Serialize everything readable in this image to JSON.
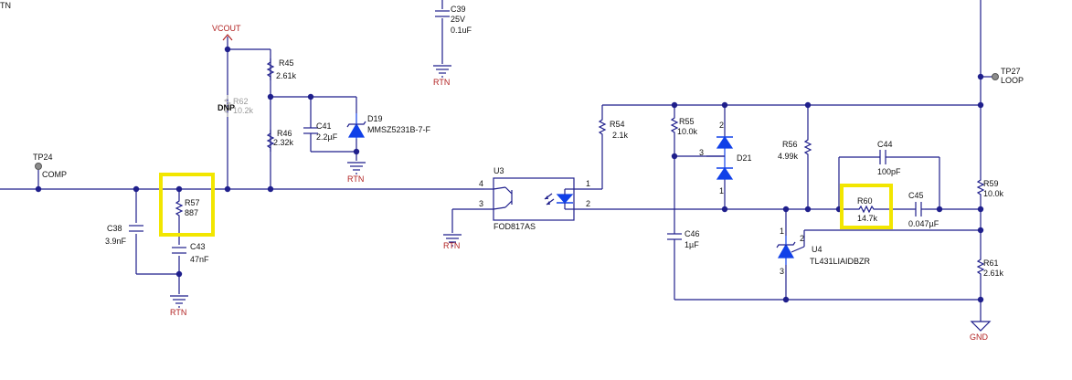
{
  "labels": {
    "tn": "TN",
    "vcout": "VCOUT",
    "tp24": "TP24",
    "comp": "COMP",
    "tp27": "TP27",
    "loop": "LOOP",
    "rtn": "RTN",
    "gnd": "GND",
    "dnp": "DNP",
    "r62": "R62",
    "r62_val": "10.2k",
    "r45": "R45",
    "r45_val": "2.61k",
    "r46": "R46",
    "r46_val": "2.32k",
    "c41": "C41",
    "c41_val": "2.2µF",
    "d19": "D19",
    "d19_part": "MMSZ5231B-7-F",
    "c39": "C39",
    "c39_v": "25V",
    "c39_val": "0.1uF",
    "c38": "C38",
    "c38_val": "3.9nF",
    "r57": "R57",
    "r57_val": "887",
    "c43": "C43",
    "c43_val": "47nF",
    "u3": "U3",
    "u3_part": "FOD817AS",
    "pin4": "4",
    "pin3": "3",
    "pin1": "1",
    "pin2": "2",
    "r54": "R54",
    "r54_val": "2.1k",
    "r55": "R55",
    "r55_val": "10.0k",
    "d21": "D21",
    "d21_p2": "2",
    "d21_p3": "3",
    "d21_p1": "1",
    "c46": "C46",
    "c46_val": "1µF",
    "r56": "R56",
    "r56_val": "4.99k",
    "c44": "C44",
    "c44_val": "100pF",
    "r60": "R60",
    "r60_val": "14.7k",
    "c45": "C45",
    "c45_val": "0.047µF",
    "u4": "U4",
    "u4_part": "TL431LIAIDBZR",
    "u4_p1": "1",
    "u4_p2": "2",
    "u4_p3": "3",
    "r59": "R59",
    "r59_val": "10.0k",
    "r61": "R61",
    "r61_val": "2.61k"
  },
  "highlighted_components": [
    "R57",
    "R60"
  ],
  "colors": {
    "wire": "#1f1f8c",
    "diode": "#1040e8",
    "highlight": "#f2e600",
    "net_label": "#b22222"
  }
}
